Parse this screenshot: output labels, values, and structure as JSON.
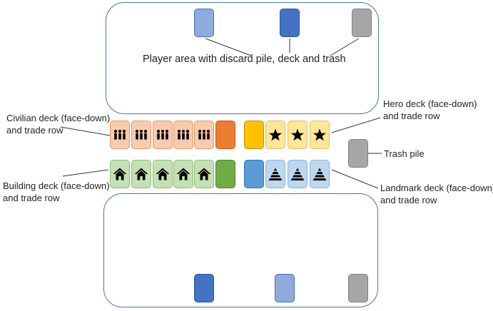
{
  "labels": {
    "player_area": "Player area with discard pile, deck and trash",
    "civilian": [
      "Civilian deck (face-down)",
      "and trade row"
    ],
    "hero": [
      "Hero deck (face-down)",
      "and trade row"
    ],
    "trash": "Trash pile",
    "building": [
      "Building deck (face-down)",
      "and trade row"
    ],
    "landmark": [
      "Landmark deck (face-down)",
      "and trade row"
    ]
  },
  "colors": {
    "frame": "#4472C4",
    "civilian_card": "#F8CBAD",
    "civilian_deck": "#ED7D31",
    "hero_card": "#FFE699",
    "hero_deck": "#FFC000",
    "building_card": "#C5E0B4",
    "building_deck": "#70AD47",
    "landmark_card": "#BDD7EE",
    "landmark_deck": "#5B9BD5",
    "discard": "#8FAADC",
    "deck": "#4472C4",
    "trash": "#A6A6A6"
  },
  "icons": {
    "civilian_card": "people-icon",
    "hero_card": "star-icon",
    "building_card": "house-icon",
    "landmark_card": "pyramid-icon"
  }
}
